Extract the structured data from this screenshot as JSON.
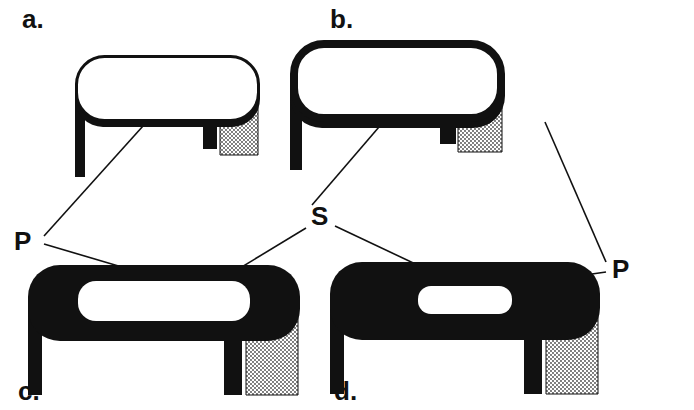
{
  "diagram": {
    "labels": [
      "a.",
      "b.",
      "c.",
      "d.",
      "P",
      "S",
      "P"
    ]
  }
}
